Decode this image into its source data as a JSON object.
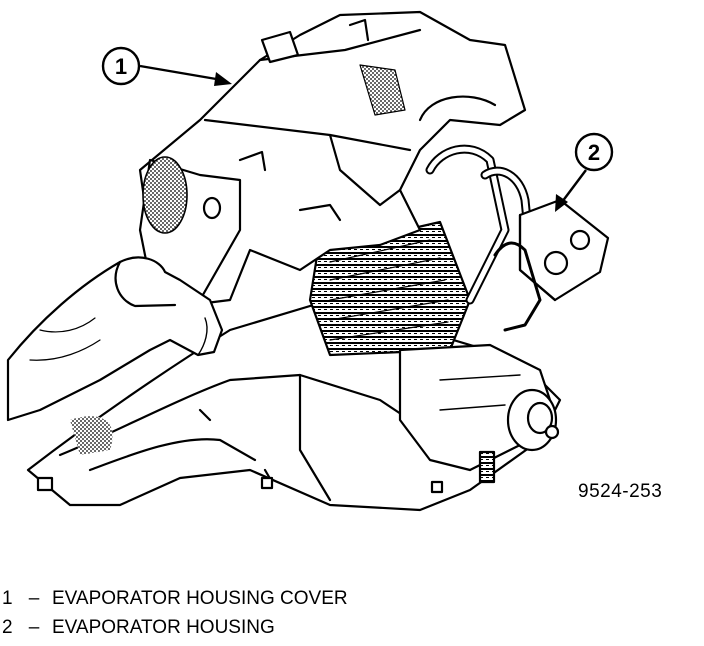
{
  "callouts": [
    {
      "number": "1"
    },
    {
      "number": "2"
    }
  ],
  "figure_id": "9524-253",
  "legend": [
    {
      "number": "1",
      "separator": "–",
      "label": "EVAPORATOR HOUSING COVER"
    },
    {
      "number": "2",
      "separator": "–",
      "label": "EVAPORATOR HOUSING"
    }
  ],
  "colors": {
    "ink": "#000000",
    "paper": "#ffffff",
    "shade": "#888888"
  }
}
